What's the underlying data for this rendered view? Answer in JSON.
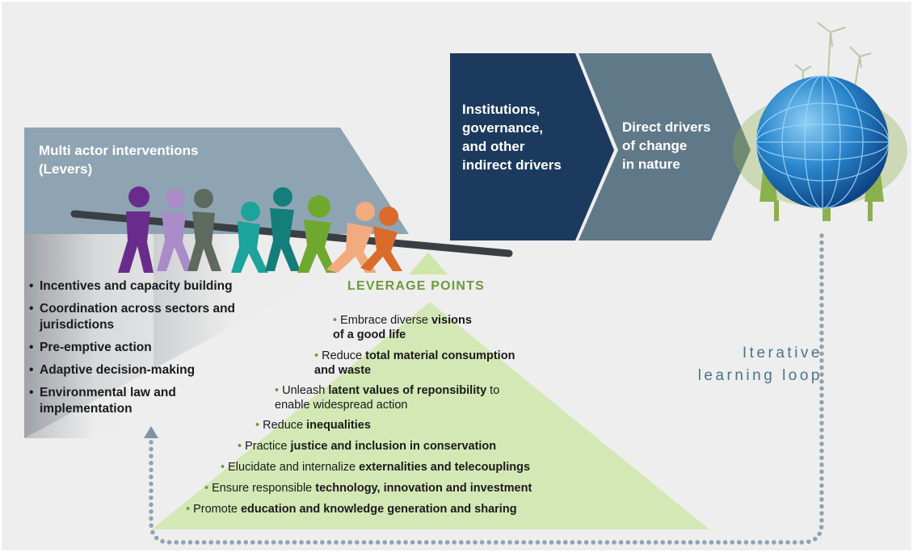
{
  "levers": {
    "title_line1": "Multi actor interventions",
    "title_line2": "(Levers)",
    "items": [
      {
        "line1": "Incentives and capacity building",
        "line2": ""
      },
      {
        "line1": "Coordination across sectors and",
        "line2": "jurisdictions"
      },
      {
        "line1": "Pre-emptive action",
        "line2": ""
      },
      {
        "line1": "Adaptive decision-making",
        "line2": ""
      },
      {
        "line1": "Environmental law and",
        "line2": "implementation"
      }
    ]
  },
  "indirect_drivers": {
    "line1": "Institutions,",
    "line2": "governance,",
    "line3": "and other",
    "line4": "indirect drivers"
  },
  "direct_drivers": {
    "line1": "Direct drivers",
    "line2": "of change",
    "line3": "in nature"
  },
  "leverage_points": {
    "title": "LEVERAGE POINTS",
    "items": [
      {
        "pre": "Embrace diverse ",
        "bold": "visions",
        "post": "",
        "line2_bold": "of a good life",
        "line2": ""
      },
      {
        "pre": "Reduce ",
        "bold": "total material consumption",
        "post": "",
        "line2_bold": "and waste",
        "line2": ""
      },
      {
        "pre": "Unleash ",
        "bold": "latent values of reponsibility",
        "post": " to",
        "line2_bold": "",
        "line2": "enable widespread action"
      },
      {
        "pre": "Reduce ",
        "bold": "inequalities",
        "post": "",
        "line2_bold": "",
        "line2": ""
      },
      {
        "pre": "Practice ",
        "bold": "justice and inclusion in conservation",
        "post": "",
        "line2_bold": "",
        "line2": ""
      },
      {
        "pre": "Elucidate and internalize ",
        "bold": "externalities and telecouplings",
        "post": "",
        "line2_bold": "",
        "line2": ""
      },
      {
        "pre": "Ensure responsible ",
        "bold": "technology, innovation and investment",
        "post": "",
        "line2_bold": "",
        "line2": ""
      },
      {
        "pre": "Promote ",
        "bold": "education and knowledge generation and sharing",
        "post": "",
        "line2_bold": "",
        "line2": ""
      }
    ]
  },
  "loop": {
    "line1": "Iterative",
    "line2": "learning loop"
  },
  "colors": {
    "background": "#eeeeee",
    "lever_banner": "#8fa4b3",
    "indirect_chevron": "#1b3a5e",
    "direct_chevron": "#607988",
    "pyramid": "#d4e8b6",
    "leverage_title": "#6e9a3c",
    "loop_dots": "#8fa3b3",
    "figures": [
      "#6a2c8c",
      "#a98cc8",
      "#5e6a5e",
      "#1ba39c",
      "#137e7a",
      "#6fa82f",
      "#f2ab7f",
      "#d96b2b"
    ]
  },
  "icons": {
    "people": "tug-of-war-figures-icon",
    "globe": "wind-turbine-globe-icon",
    "arrow": "loop-arrow-icon"
  }
}
